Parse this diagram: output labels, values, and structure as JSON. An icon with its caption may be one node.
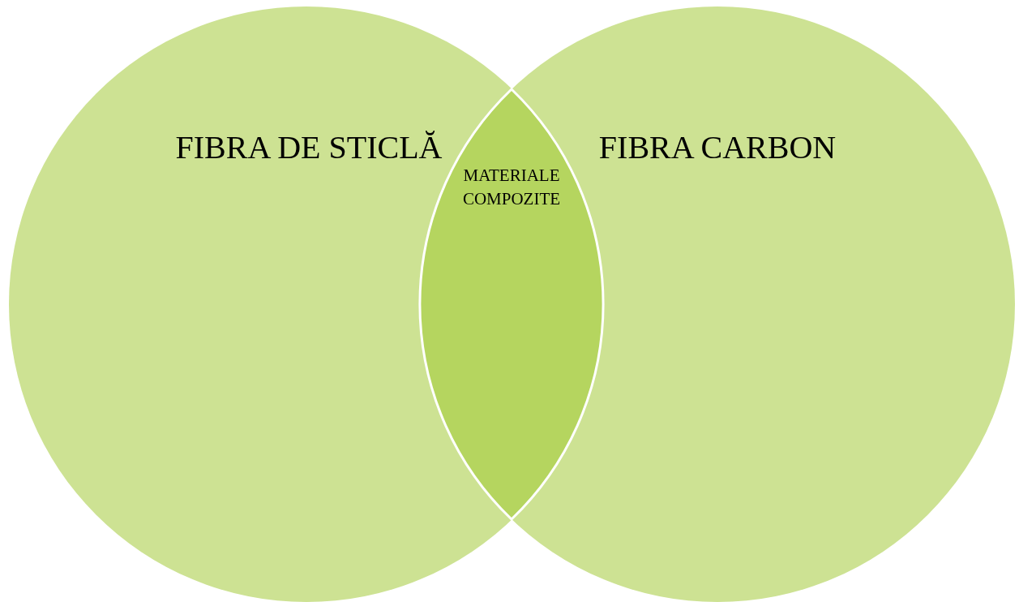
{
  "diagram": {
    "nodes": [
      {
        "text": [
          "FIBRA DE STICLĂ"
        ]
      },
      {
        "text": [
          "FIBRA CARBON"
        ]
      },
      {
        "text": [
          "MATERIALE COMPOZITE"
        ]
      }
    ],
    "edges": []
  }
}
